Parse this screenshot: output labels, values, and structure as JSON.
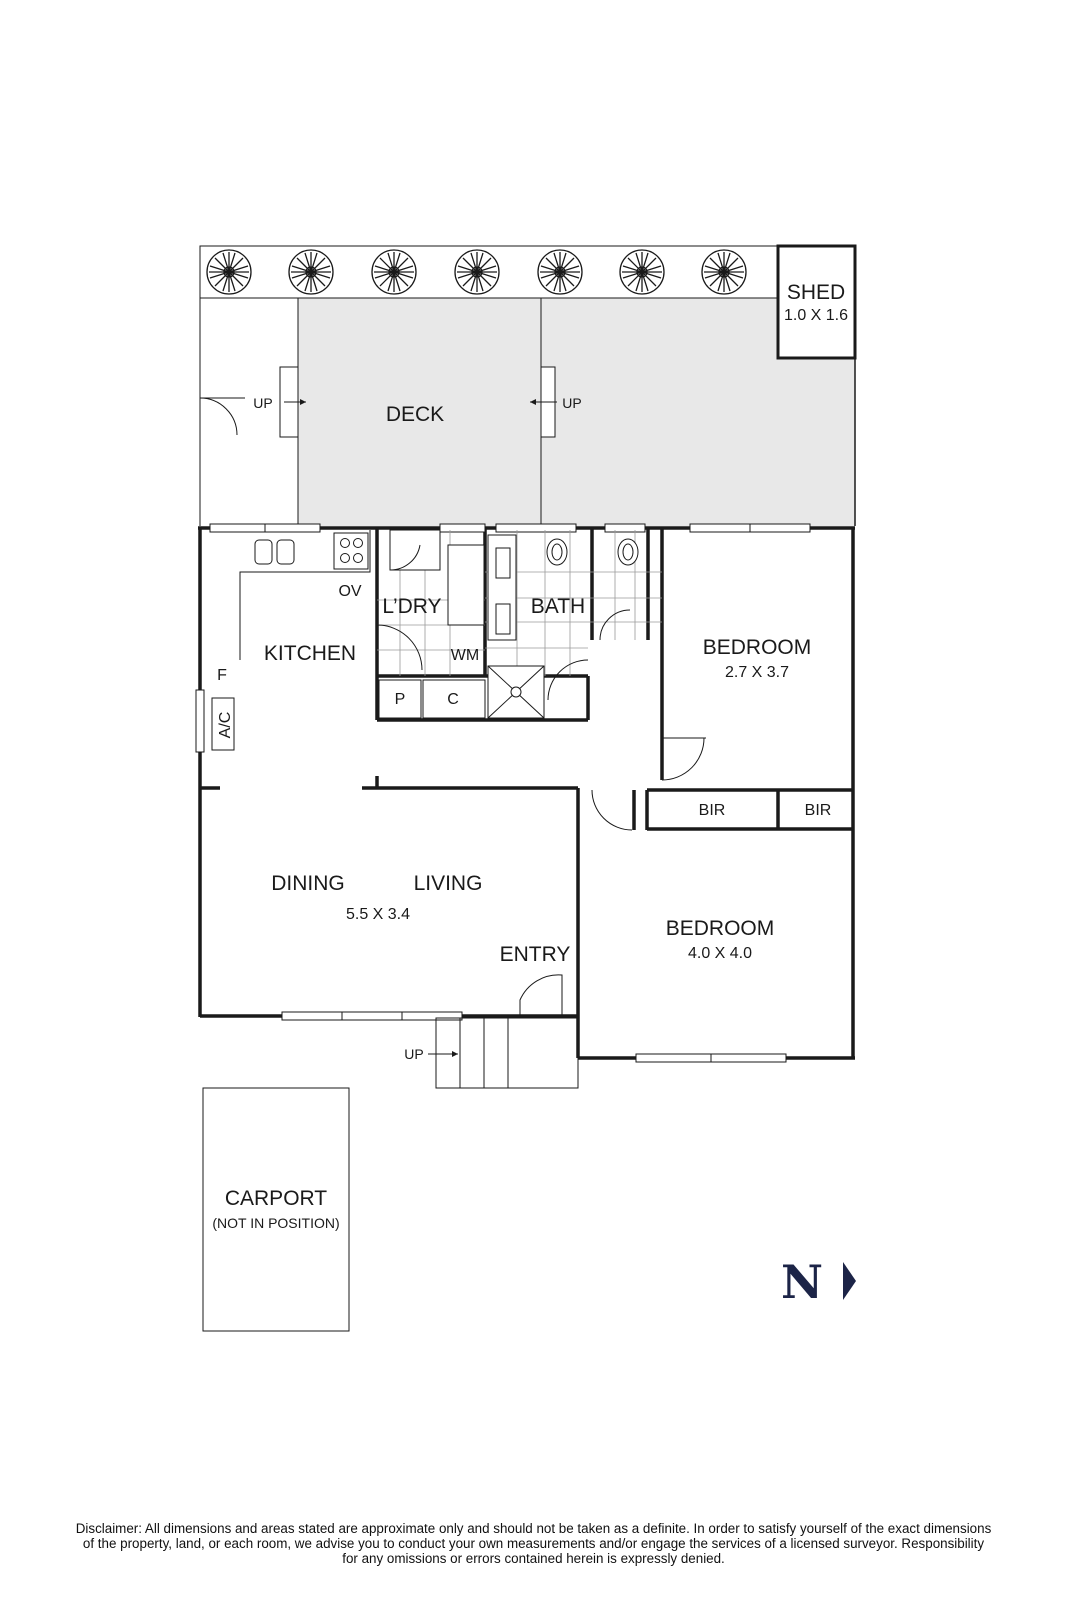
{
  "rooms": {
    "shed": {
      "name": "SHED",
      "dims": "1.0 X 1.6"
    },
    "deck": {
      "name": "DECK"
    },
    "kitchen": {
      "name": "KITCHEN"
    },
    "laundry": {
      "name": "L’DRY"
    },
    "bath": {
      "name": "BATH"
    },
    "bedroom1": {
      "name": "BEDROOM",
      "dims": "2.7 X 3.7"
    },
    "bedroom2": {
      "name": "BEDROOM",
      "dims": "4.0 X 4.0"
    },
    "dining": {
      "name": "DINING"
    },
    "living": {
      "name": "LIVING",
      "dims": "5.5 X 3.4"
    },
    "entry": {
      "name": "ENTRY"
    },
    "carport": {
      "name": "CARPORT",
      "note": "(NOT IN POSITION)"
    }
  },
  "fixtures": {
    "oven": "OV",
    "fridge": "F",
    "aircon": "A/C",
    "washing_machine": "WM",
    "pantry": "P",
    "cupboard": "C",
    "bir": "BIR"
  },
  "stairs": {
    "up": "UP"
  },
  "compass": {
    "letter": "N"
  },
  "disclaimer": {
    "line1": "Disclaimer: All dimensions and areas stated are approximate only and should not be taken as a definite. In order to satisfy yourself of the exact dimensions",
    "line2": "of the property, land, or each room, we advise you to conduct your own measurements and/or engage the services of a licensed surveyor. Responsibility",
    "line3": "for any omissions or errors contained herein is expressly denied."
  },
  "colors": {
    "wall": "#1a1a1a",
    "deck_fill": "#e8e8e8",
    "compass": "#1c2447"
  }
}
